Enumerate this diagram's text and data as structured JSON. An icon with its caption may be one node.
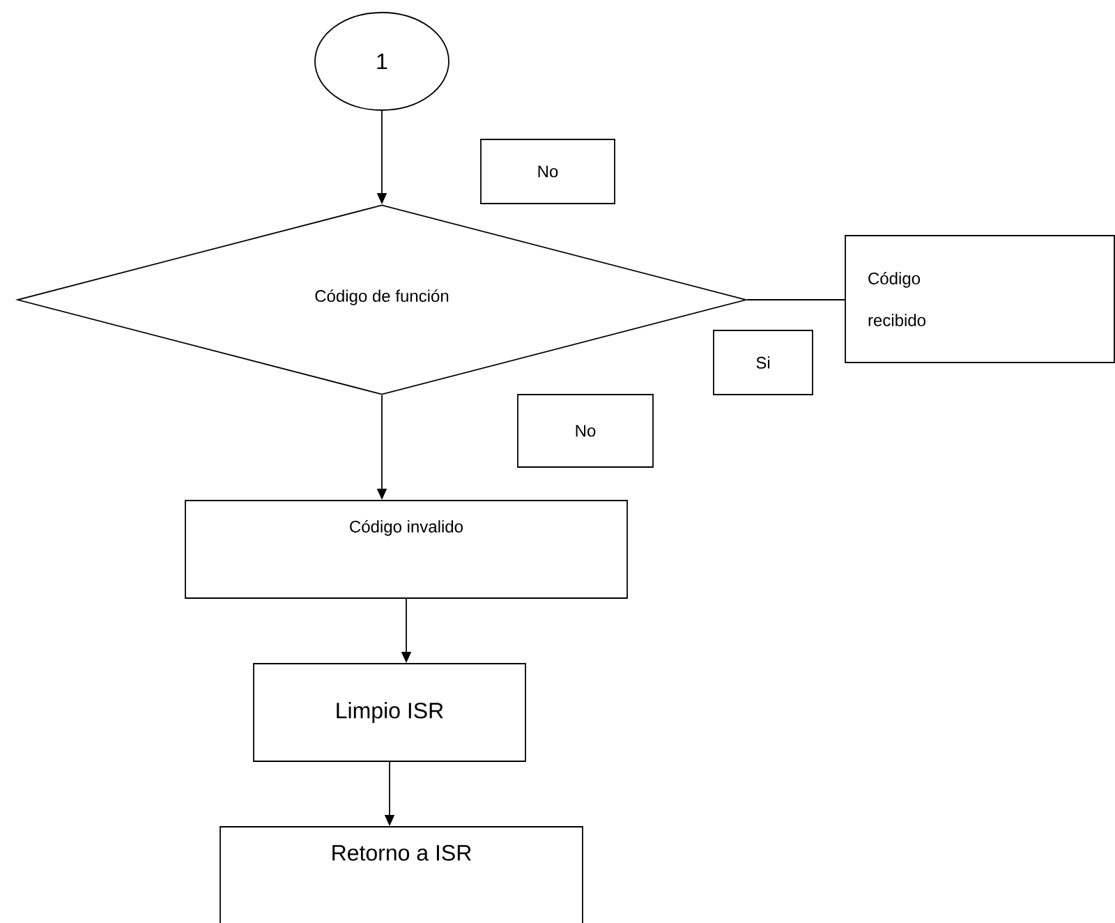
{
  "diagram": {
    "nodes": [
      {
        "text": [
          "1"
        ]
      },
      {
        "text": [
          "No"
        ]
      },
      {
        "text": [
          "Código de función"
        ]
      },
      {
        "text": [
          "Código recibido"
        ]
      },
      {
        "text": [
          "Si"
        ]
      },
      {
        "text": [
          "No"
        ]
      },
      {
        "text": [
          "Código invalido"
        ]
      },
      {
        "text": [
          "Limpio ISR"
        ]
      },
      {
        "text": [
          "Retorno a ISR"
        ]
      }
    ],
    "edges": [
      {
        "from": 0,
        "to": 2,
        "arrow": "to"
      },
      {
        "from": 2,
        "to": 3,
        "arrow": "none"
      },
      {
        "from": 2,
        "to": 6,
        "arrow": "to"
      },
      {
        "from": 6,
        "to": 7,
        "arrow": "to"
      },
      {
        "from": 7,
        "to": 8,
        "arrow": "to"
      }
    ]
  }
}
